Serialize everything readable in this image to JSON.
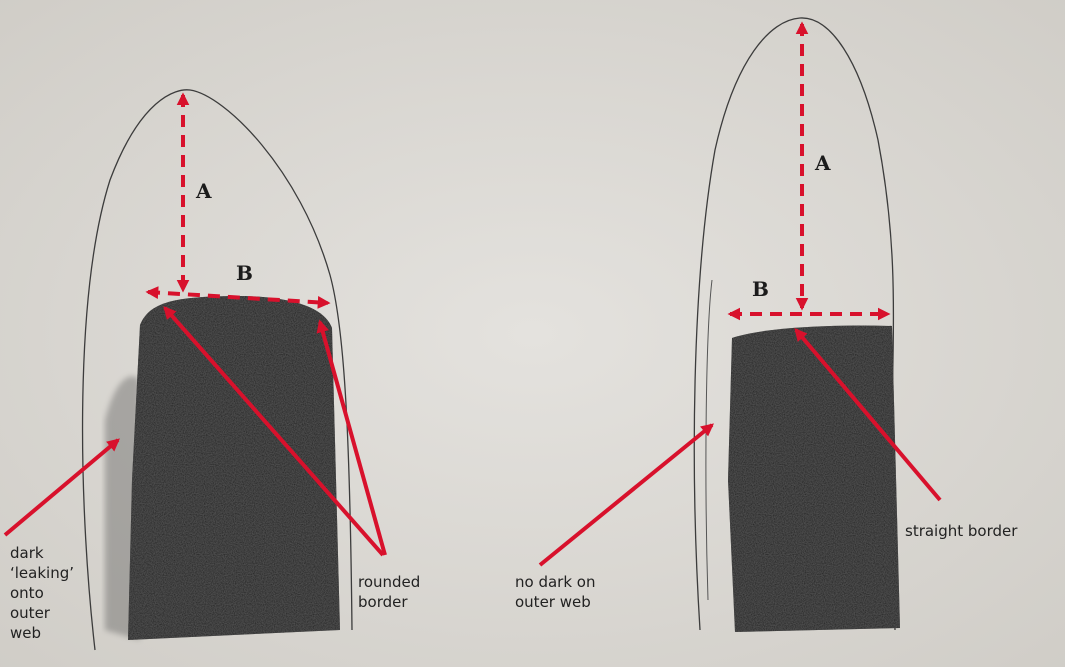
{
  "left_feather": {
    "label_a": "A",
    "label_b": "B",
    "caption_outer_web": "dark\n‘leaking’\nonto\nouter\nweb",
    "caption_border": "rounded\nborder"
  },
  "right_feather": {
    "label_a": "A",
    "label_b": "B",
    "caption_outer_web": "no dark on\nouter web",
    "caption_border": "straight border"
  },
  "colors": {
    "paper": "#dcdad5",
    "outline": "#3c3c3c",
    "shading": "#2a2a2a",
    "arrow": "#d8112c",
    "text": "#222222"
  }
}
